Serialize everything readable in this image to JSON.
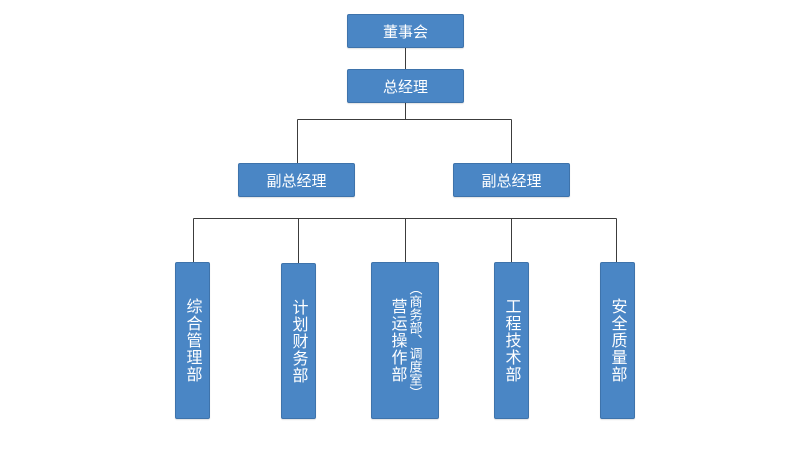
{
  "org_chart": {
    "board": "董事会",
    "general_manager": "总经理",
    "deputy_managers": [
      "副总经理",
      "副总经理"
    ],
    "departments": [
      {
        "name": "综合管理部",
        "note": ""
      },
      {
        "name": "计划财务部",
        "note": ""
      },
      {
        "name": "营运操作部",
        "note": "（商务部、调度室）"
      },
      {
        "name": "工程技术部",
        "note": ""
      },
      {
        "name": "安全质量部",
        "note": ""
      }
    ]
  },
  "colors": {
    "box_fill": "#4a86c5",
    "box_border": "#3e73ab",
    "text": "#ffffff",
    "connector": "#3c3c3c"
  }
}
